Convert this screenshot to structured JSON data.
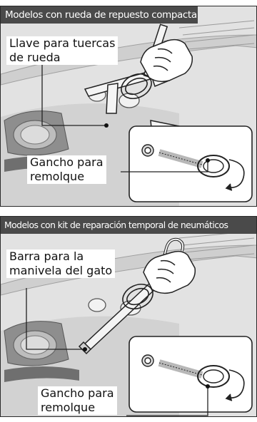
{
  "panel_1": {
    "title": "Modelos con rueda de repuesto compacta",
    "label_tool_line1": "Llave para tuercas",
    "label_tool_line2": "de rueda",
    "label_hook_line1": "Gancho para",
    "label_hook_line2": "remolque"
  },
  "panel_2": {
    "title": "Modelos con kit de reparación temporal de neumáticos",
    "label_tool_line1": "Barra para la",
    "label_tool_line2": "manivela del gato",
    "label_hook_line1": "Gancho para",
    "label_hook_line2": "remolque"
  }
}
